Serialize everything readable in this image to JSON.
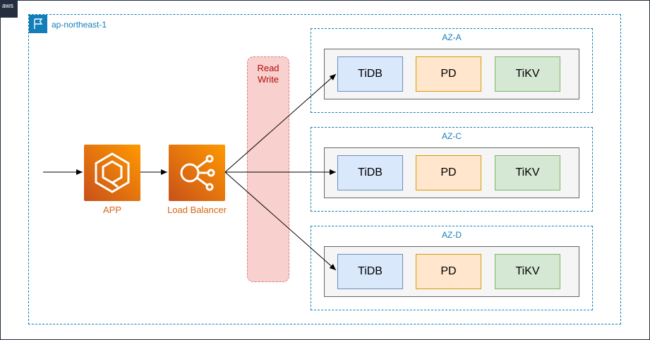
{
  "badge": {
    "aws": "aws"
  },
  "region": {
    "label": "ap-northeast-1"
  },
  "read_write": {
    "line1": "Read",
    "line2": "Write"
  },
  "app": {
    "label": "APP"
  },
  "load_balancer": {
    "label": "Load Balancer"
  },
  "zones": [
    {
      "label": "AZ-A",
      "components": [
        "TiDB",
        "PD",
        "TiKV"
      ]
    },
    {
      "label": "AZ-C",
      "components": [
        "TiDB",
        "PD",
        "TiKV"
      ]
    },
    {
      "label": "AZ-D",
      "components": [
        "TiDB",
        "PD",
        "TiKV"
      ]
    }
  ],
  "colors": {
    "region_border": "#147eba",
    "aws_orange": "#ff9900",
    "aws_dark": "#232f3e",
    "rw_fill": "#f8cecc",
    "rw_text": "#b20000"
  }
}
